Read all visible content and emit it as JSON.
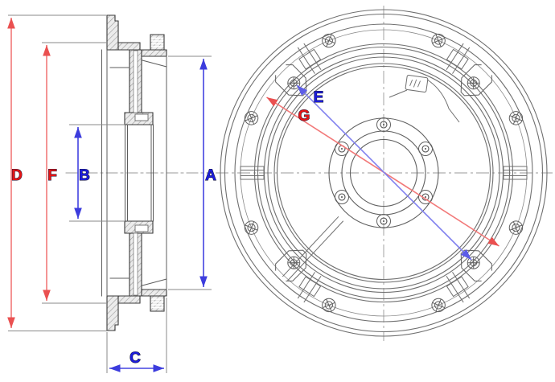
{
  "drawing": {
    "description": "Two-view engineering drawing of a brake drum hub: side cross-section (left) and front view (right) with lettered dimension callouts",
    "colors": {
      "background": "#ffffff",
      "geometry_line": "#6f6f6f",
      "section_outline": "#3a3a3a",
      "hatch_line": "#9a9a9a",
      "hatch_fill": "#ececec",
      "centerline": "#9a9a9a",
      "extension_line": "#8a8a8a",
      "dim_blue_line": "#4343e0",
      "dim_blue_light_line": "#8181ef",
      "dim_red_line": "#f27979",
      "dim_blue_text": "#1c1cdc",
      "dim_red_text": "#e61414"
    },
    "dimensions": {
      "A": {
        "label": "A",
        "color": "#1c1cdc"
      },
      "B": {
        "label": "B",
        "color": "#1c1cdc"
      },
      "C": {
        "label": "C",
        "color": "#1c1cdc"
      },
      "D": {
        "label": "D",
        "color": "#e61414"
      },
      "E": {
        "label": "E",
        "color": "#1c1cdc"
      },
      "F": {
        "label": "F",
        "color": "#e61414"
      },
      "G": {
        "label": "G",
        "color": "#e61414"
      }
    }
  }
}
